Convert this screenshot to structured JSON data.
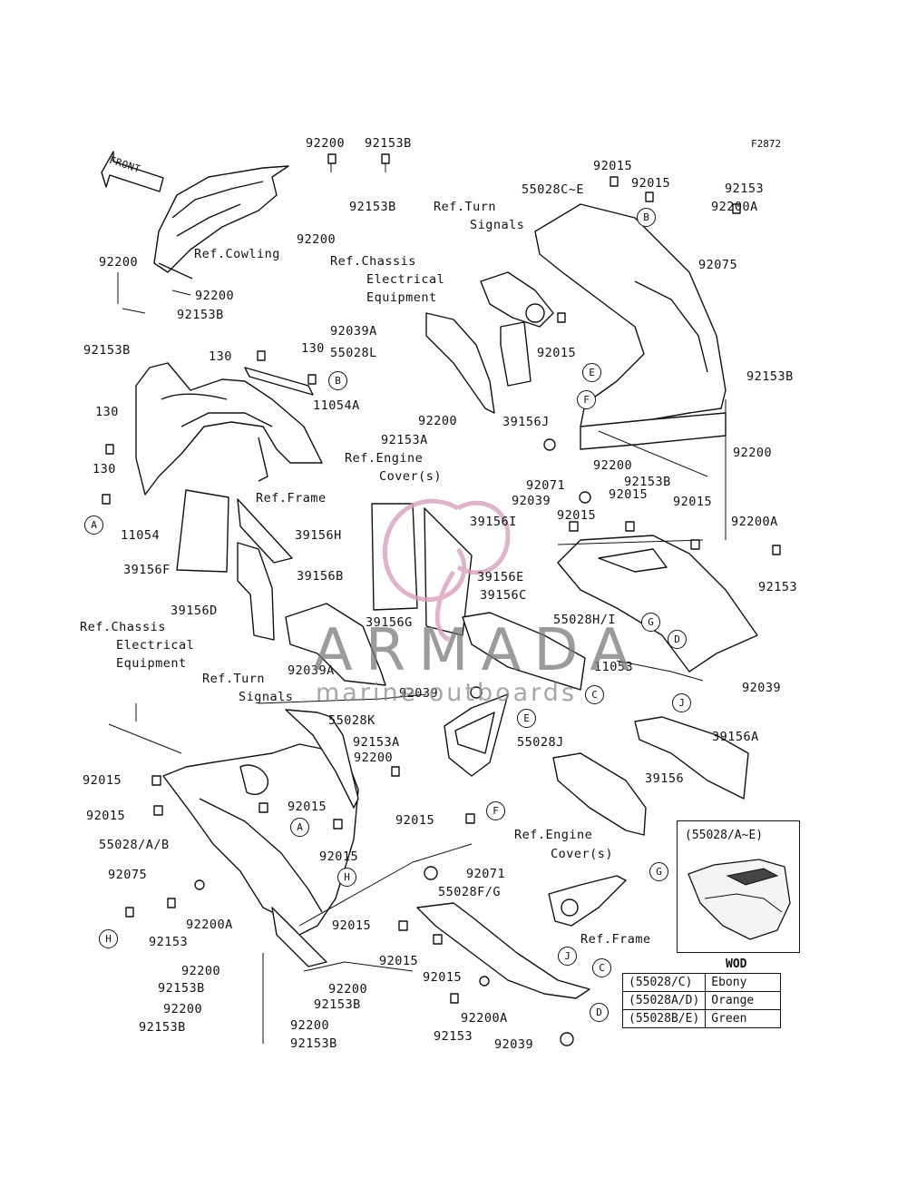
{
  "figure_code": "F2872",
  "front_arrow_label": "FRONT",
  "watermark": {
    "brand": "ARMADA",
    "tagline": "marine outboards",
    "color": "#d9a0c0"
  },
  "labels": [
    {
      "text": "92200"
    },
    {
      "text": "92153B"
    },
    {
      "text": "92200"
    },
    {
      "text": "92153B"
    },
    {
      "text": "Ref.Cowling"
    },
    {
      "text": "92200"
    },
    {
      "text": "92200"
    },
    {
      "text": "92153B"
    },
    {
      "text": "92153B"
    },
    {
      "text": "130"
    },
    {
      "text": "130"
    },
    {
      "text": "11054A"
    },
    {
      "text": "130"
    },
    {
      "text": "130"
    },
    {
      "text": "11054"
    },
    {
      "text": "Ref.Frame"
    },
    {
      "text": "39156H"
    },
    {
      "text": "39156F"
    },
    {
      "text": "39156D"
    },
    {
      "text": "Ref.Turn"
    },
    {
      "text": "Signals"
    },
    {
      "text": "55028C~E"
    },
    {
      "text": "92015"
    },
    {
      "text": "92015"
    },
    {
      "text": "92153"
    },
    {
      "text": "92200A"
    },
    {
      "text": "92075"
    },
    {
      "text": "Ref.Chassis"
    },
    {
      "text": "Electrical"
    },
    {
      "text": "Equipment"
    },
    {
      "text": "92039A"
    },
    {
      "text": "55028L"
    },
    {
      "text": "92015"
    },
    {
      "text": "92153B"
    },
    {
      "text": "92200"
    },
    {
      "text": "92153A"
    },
    {
      "text": "39156J"
    },
    {
      "text": "Ref.Engine"
    },
    {
      "text": "Cover(s)"
    },
    {
      "text": "92071"
    },
    {
      "text": "92039"
    },
    {
      "text": "92200"
    },
    {
      "text": "92153B"
    },
    {
      "text": "92200"
    },
    {
      "text": "92015"
    },
    {
      "text": "92015"
    },
    {
      "text": "92015"
    },
    {
      "text": "92200A"
    },
    {
      "text": "92153"
    },
    {
      "text": "39156I"
    },
    {
      "text": "39156E"
    },
    {
      "text": "39156C"
    },
    {
      "text": "39156B"
    },
    {
      "text": "39156G"
    },
    {
      "text": "55028H/I"
    },
    {
      "text": "Ref.Chassis"
    },
    {
      "text": "Electrical"
    },
    {
      "text": "Equipment"
    },
    {
      "text": "92039A"
    },
    {
      "text": "Ref.Turn"
    },
    {
      "text": "Signals"
    },
    {
      "text": "92039"
    },
    {
      "text": "55028K"
    },
    {
      "text": "11053"
    },
    {
      "text": "92039"
    },
    {
      "text": "39156A"
    },
    {
      "text": "92153A"
    },
    {
      "text": "55028J"
    },
    {
      "text": "92200"
    },
    {
      "text": "92015"
    },
    {
      "text": "92015"
    },
    {
      "text": "92015"
    },
    {
      "text": "55028/A/B"
    },
    {
      "text": "92015"
    },
    {
      "text": "92015"
    },
    {
      "text": "39156"
    },
    {
      "text": "Ref.Engine"
    },
    {
      "text": "Cover(s)"
    },
    {
      "text": "92075"
    },
    {
      "text": "92071"
    },
    {
      "text": "92153"
    },
    {
      "text": "92200A"
    },
    {
      "text": "55028F/G"
    },
    {
      "text": "92015"
    },
    {
      "text": "92015"
    },
    {
      "text": "92015"
    },
    {
      "text": "Ref.Frame"
    },
    {
      "text": "92200"
    },
    {
      "text": "92153B"
    },
    {
      "text": "92200"
    },
    {
      "text": "92153B"
    },
    {
      "text": "92200"
    },
    {
      "text": "92153B"
    },
    {
      "text": "92200"
    },
    {
      "text": "92153B"
    },
    {
      "text": "92200A"
    },
    {
      "text": "92153"
    },
    {
      "text": "92039"
    }
  ],
  "ref_circles": [
    {
      "letter": "B"
    },
    {
      "letter": "B"
    },
    {
      "letter": "E"
    },
    {
      "letter": "F"
    },
    {
      "letter": "A"
    },
    {
      "letter": "G"
    },
    {
      "letter": "D"
    },
    {
      "letter": "J"
    },
    {
      "letter": "C"
    },
    {
      "letter": "E"
    },
    {
      "letter": "F"
    },
    {
      "letter": "A"
    },
    {
      "letter": "H"
    },
    {
      "letter": "H"
    },
    {
      "letter": "G"
    },
    {
      "letter": "J"
    },
    {
      "letter": "C"
    },
    {
      "letter": "D"
    }
  ],
  "inset": {
    "title": "(55028/A~E)"
  },
  "wod": {
    "title": "WOD",
    "rows": [
      {
        "part": "(55028/C)",
        "color": "Ebony"
      },
      {
        "part": "(55028A/D)",
        "color": "Orange"
      },
      {
        "part": "(55028B/E)",
        "color": "Green"
      }
    ]
  }
}
